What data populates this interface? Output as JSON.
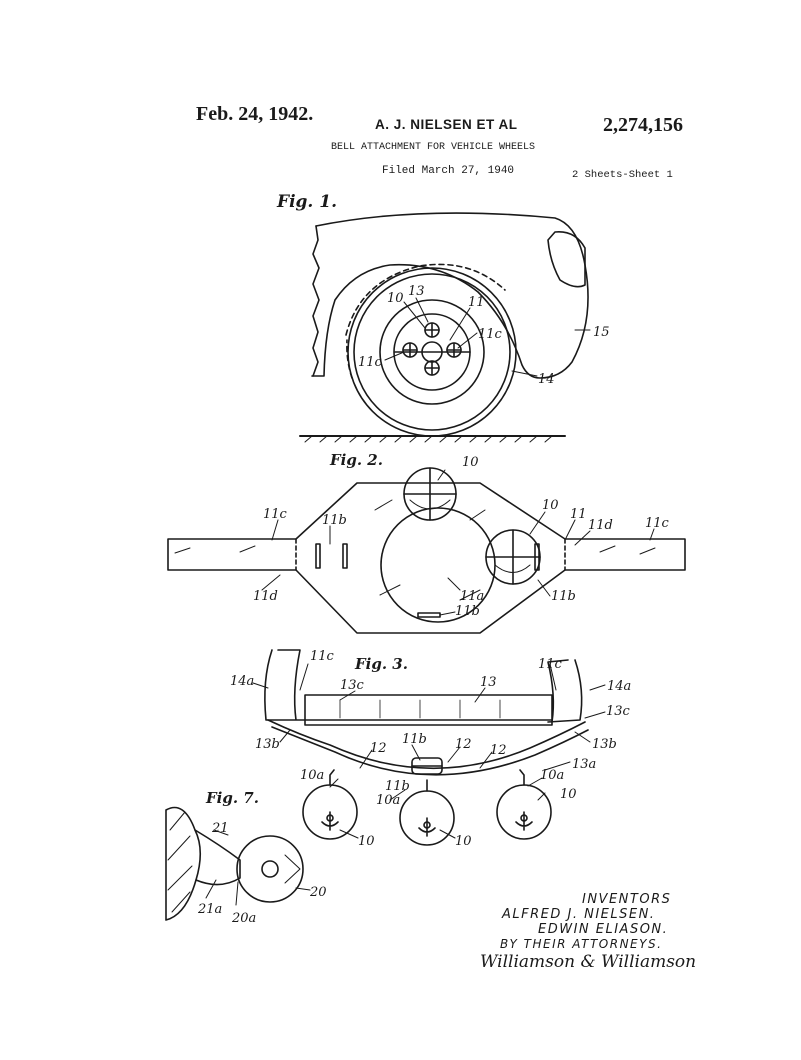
{
  "header": {
    "date": "Feb. 24, 1942.",
    "inventor": "A. J. NIELSEN ET AL",
    "patent_number": "2,274,156",
    "title": "BELL ATTACHMENT FOR VEHICLE WHEELS",
    "filed": "Filed March 27, 1940",
    "sheets": "2 Sheets-Sheet 1"
  },
  "figures": {
    "fig1": {
      "caption": "Fig. 1.",
      "refs": [
        "10",
        "13",
        "11",
        "11c",
        "11c",
        "15",
        "14"
      ]
    },
    "fig2": {
      "caption": "Fig. 2.",
      "refs": [
        "10",
        "10",
        "11",
        "11c",
        "11b",
        "11d",
        "11c",
        "11d",
        "11a",
        "11b",
        "11b"
      ]
    },
    "fig3": {
      "caption": "Fig. 3.",
      "refs": [
        "11c",
        "11c",
        "14a",
        "14a",
        "13c",
        "13",
        "13c",
        "13b",
        "13b",
        "11b",
        "12",
        "12",
        "12",
        "13a",
        "10a",
        "11b",
        "10a",
        "10a",
        "10",
        "10",
        "10",
        "10"
      ]
    },
    "fig7": {
      "caption": "Fig. 7.",
      "refs": [
        "21",
        "21a",
        "20a",
        "20"
      ]
    }
  },
  "inventors_block": {
    "heading": "INVENTORS",
    "name1": "ALFRED J. NIELSEN.",
    "name2": "EDWIN ELIASON.",
    "by_line": "BY THEIR ATTORNEYS.",
    "signature": "Williamson & Williamson"
  }
}
